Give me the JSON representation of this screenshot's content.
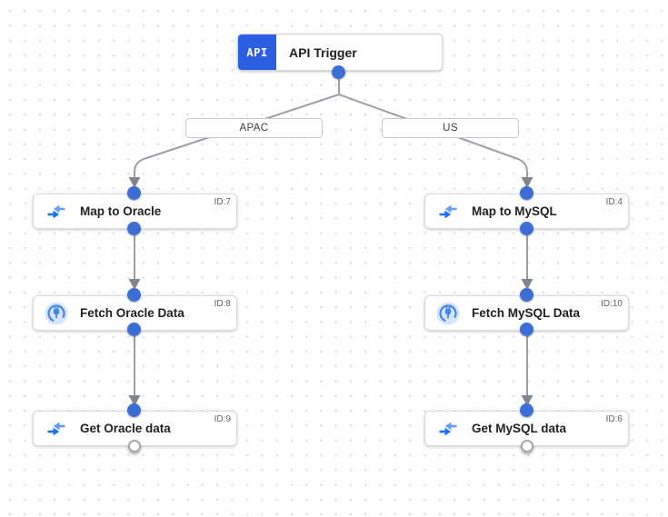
{
  "trigger": {
    "badge": "API",
    "title": "API Trigger"
  },
  "branches": [
    {
      "label": "APAC"
    },
    {
      "label": "US"
    }
  ],
  "nodes": [
    {
      "title": "Map to Oracle",
      "id": "ID:7",
      "icon": "data-mapping"
    },
    {
      "title": "Fetch Oracle Data",
      "id": "ID:8",
      "icon": "connector"
    },
    {
      "title": "Get Oracle data",
      "id": "ID:9",
      "icon": "data-mapping"
    },
    {
      "title": "Map to MySQL",
      "id": "ID:4",
      "icon": "data-mapping"
    },
    {
      "title": "Fetch MySQL Data",
      "id": "ID:10",
      "icon": "connector"
    },
    {
      "title": "Get MySQL data",
      "id": "ID:6",
      "icon": "data-mapping"
    }
  ],
  "colors": {
    "trigger_blue": "#2d5fe3",
    "port_blue": "#3b6fd6",
    "edge_gray": "#9aa0a6",
    "arrow_gray": "#80868b",
    "mapping_dark_blue": "#1a73e8",
    "mapping_light_blue": "#669df6",
    "connector_blue": "#4285f4",
    "connector_bg": "#d6e4fc"
  }
}
